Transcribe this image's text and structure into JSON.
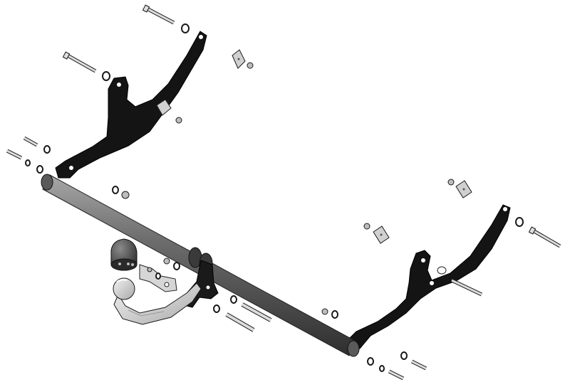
{
  "colors": {
    "background": "#ffffff",
    "bracket": "#141414",
    "tube_dark": "#3a3a3a",
    "tube_mid": "#6f6f6f",
    "tube_light": "#a9a9a9",
    "bolt": "#cfcfcf",
    "ball": "#d7d7d7",
    "outline": "#1a1a1a",
    "plate": "#bdbdbd",
    "socket": "#4a4a4a"
  },
  "parts": {
    "left_bracket": "bracket",
    "right_bracket": "bracket",
    "crossbar": "tube",
    "towball": "ball",
    "electrical_socket": "socket",
    "fasteners": "bolts-nuts-washers"
  }
}
